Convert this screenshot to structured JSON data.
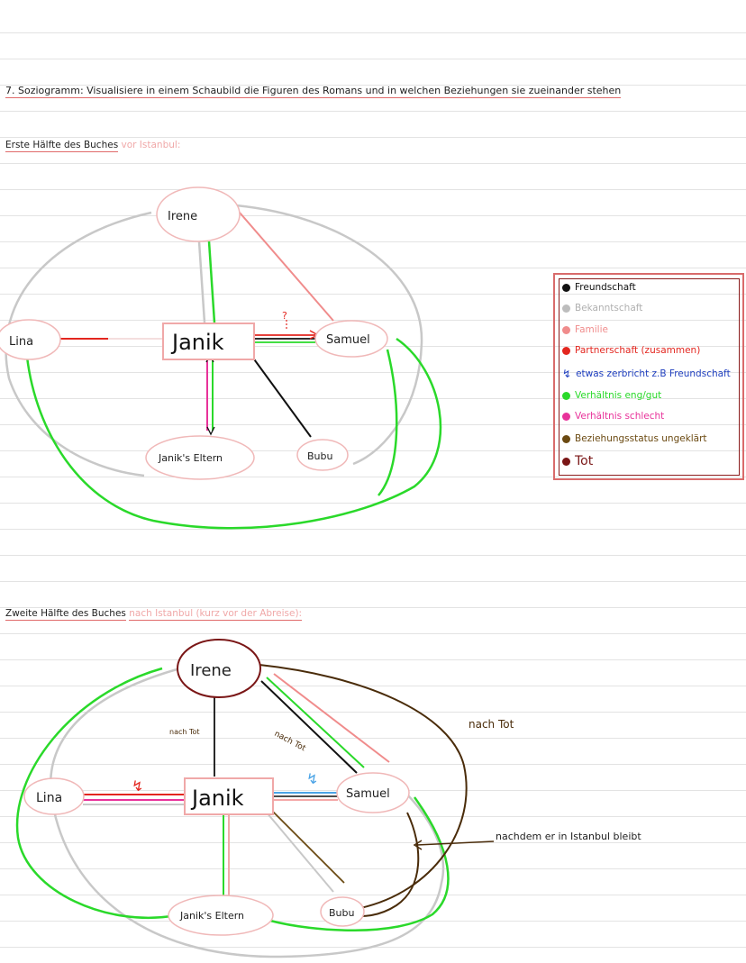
{
  "task": {
    "heading": "7. Soziogramm: Visualisiere in einem Schaubild die Figuren des Romans und in welchen Beziehungen sie zueinander stehen"
  },
  "section1": {
    "title": "Erste Hälfte des Buches",
    "note": "vor Istanbul:"
  },
  "section2": {
    "title": "Zweite Hälfte des Buches",
    "note": "nach Istanbul (kurz vor der Abreise):"
  },
  "nodes": {
    "irene": "Irene",
    "lina": "Lina",
    "janik": "Janik",
    "samuel": "Samuel",
    "eltern": "Janik's Eltern",
    "bubu": "Bubu"
  },
  "annotations": {
    "question": "?",
    "nach_tot_1": "nach Tot",
    "nach_tot_2": "nach Tot",
    "nach_tot_3": "nach Tot",
    "nachdem": "nachdem er in Istanbul bleibt",
    "bolt": "↯"
  },
  "legend": {
    "items": [
      {
        "label": "Freundschaft",
        "color": "#111111",
        "marker": "dot"
      },
      {
        "label": "Bekanntschaft",
        "color": "#bdbdbd",
        "marker": "dot"
      },
      {
        "label": "Familie",
        "color": "#f08c8c",
        "marker": "dot"
      },
      {
        "label": "Partnerschaft (zusammen)",
        "color": "#e3261f",
        "marker": "dot"
      },
      {
        "label": "etwas zerbricht z.B Freundschaft",
        "color": "#1f3fbf",
        "marker": "bolt"
      },
      {
        "label": "Verhältnis eng/gut",
        "color": "#2ad92a",
        "marker": "dot"
      },
      {
        "label": "Verhältnis schlecht",
        "color": "#e8329a",
        "marker": "dot"
      },
      {
        "label": "Beziehungsstatus ungeklärt",
        "color": "#6b4a12",
        "marker": "dot"
      },
      {
        "label": "Tot",
        "color": "#7a1616",
        "marker": "dot"
      }
    ]
  }
}
